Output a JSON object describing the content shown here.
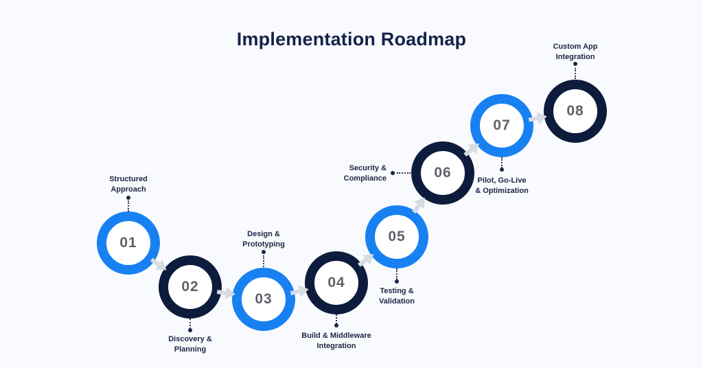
{
  "title": "Implementation Roadmap",
  "colors": {
    "blue": "#1781F2",
    "navy": "#0D1C3C",
    "background": "#F9FAFD",
    "arrow": "#D7DBE2",
    "number_gray": "#5E6268",
    "label_navy": "#1B2546",
    "title_navy": "#15224A"
  },
  "steps": [
    {
      "number": "01",
      "label1": "Structured",
      "label2": "Approach"
    },
    {
      "number": "02",
      "label1": "Discovery &",
      "label2": "Planning"
    },
    {
      "number": "03",
      "label1": "Design &",
      "label2": "Prototyping"
    },
    {
      "number": "04",
      "label1": "Build & Middleware",
      "label2": "Integration"
    },
    {
      "number": "05",
      "label1": "Testing &",
      "label2": "Validation"
    },
    {
      "number": "06",
      "label1": "Security &",
      "label2": "Compliance"
    },
    {
      "number": "07",
      "label1": "Pilot, Go-Live",
      "label2": "& Optimization"
    },
    {
      "number": "08",
      "label1": "Custom App",
      "label2": "Integration"
    }
  ]
}
